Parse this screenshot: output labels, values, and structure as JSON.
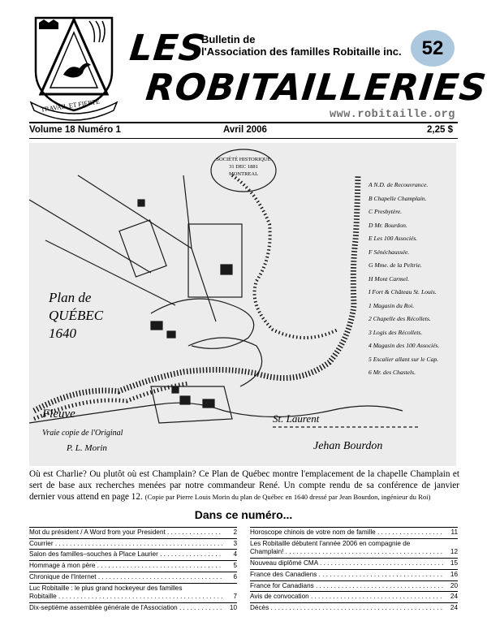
{
  "header": {
    "crest_motto": "TRAVAIL ET FIERTÉ",
    "title_line1": "LES",
    "title_line2": "ROBITAILLERIES",
    "bulletin_line1": "Bulletin de",
    "bulletin_line2": "l'Association des familles Robitaille inc.",
    "issue_number": "52",
    "website": "www.robitaille.org",
    "volume": "Volume 18 Numéro 1",
    "date": "Avril 2006",
    "price": "2,25 $"
  },
  "map": {
    "title": "Plan de QUÉBEC 1640",
    "stamp_line1": "SOCIÉTÉ HISTORIQUE",
    "stamp_line2": "31 DEC 1881",
    "stamp_line3": "MONTREAL",
    "fleuve": "Fleuve",
    "st_laurent": "St. Laurent",
    "copy_note": "Vraie copie de l'Original",
    "signature_left": "P. L. Morin",
    "signature_right": "Jehan Bourdon",
    "legend": [
      "A  N.D. de Recouvrance.",
      "B  Chapelle Champlain.",
      "C  Presbytère.",
      "D  Mr. Bourdon.",
      "E  Les 100 Associés.",
      "F  Sénéchaussée.",
      "G  Mme. de la Peltrie.",
      "H  Mont Carmel.",
      "I  Fort & Château St. Louis.",
      "1  Magasin du Roi.",
      "2  Chapelle des Récollets.",
      "3  Logis des Récollets.",
      "4  Magasin des 100 Associés.",
      "5  Escalier allant sur le Cap.",
      "6  Mr. des Chastels."
    ],
    "colors": {
      "background": "#ececec",
      "ink": "#1a1a1a"
    }
  },
  "caption": {
    "text": "Où est Charlie? Ou plutôt où est Champlain? Ce Plan de Québec montre l'emplacement de la chapelle Champlain et sert de base aux recherches menées par notre commandeur René. Un compte rendu de sa conférence de janvier dernier vous attend en page 12.",
    "note": "(Copie par Pierre Louis Morin du plan de Québec en 1640 dressé par Jean Bourdon, ingénieur du Roi)"
  },
  "contents": {
    "title": "Dans ce numéro...",
    "left": [
      {
        "title": "Mot du président / A Word from your President",
        "page": "2"
      },
      {
        "title": "Courrier",
        "page": "3"
      },
      {
        "title": "Salon des familles–souches à Place Laurier",
        "page": "4"
      },
      {
        "title": "Hommage à mon père",
        "page": "5"
      },
      {
        "title": "Chronique de l'Internet",
        "page": "6"
      },
      {
        "title_line1": "Luc Robitaille : le plus grand hockeyeur des familles",
        "title": "Robitaille",
        "page": "7"
      },
      {
        "title": "Dix-septième assemblée générale de l'Association",
        "page": "10"
      }
    ],
    "right": [
      {
        "title": "Horoscope chinois de votre nom de famille",
        "page": "11"
      },
      {
        "title_line1": "Les Robitaille débutent l'année 2006 en compagnie de",
        "title": "Champlain!",
        "page": "12"
      },
      {
        "title": "Nouveau diplômé CMA",
        "page": "15"
      },
      {
        "title": "France des Canadiens",
        "page": "16"
      },
      {
        "title": "France for Canadians",
        "page": "20"
      },
      {
        "title": "Avis de convocation",
        "page": "24"
      },
      {
        "title": "Décès",
        "page": "24"
      }
    ]
  }
}
